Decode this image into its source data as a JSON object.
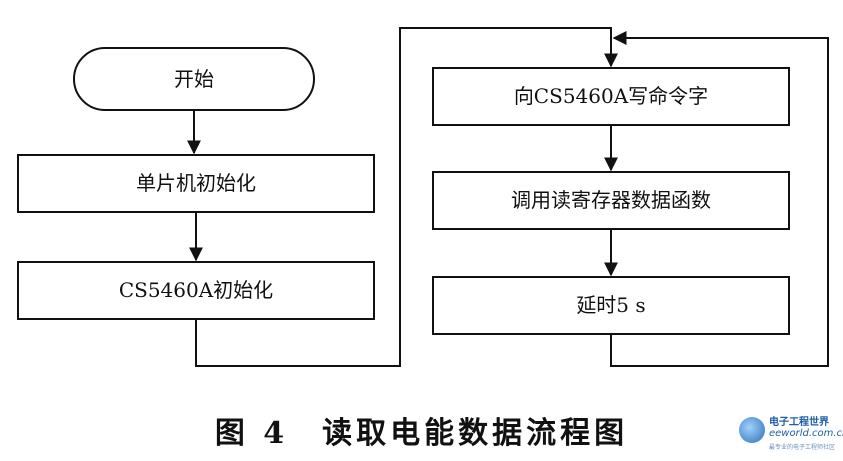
{
  "diagram": {
    "nodes": {
      "start": "开始",
      "mcu_init": "单片机初始化",
      "cs_init": "CS5460A初始化",
      "write_cmd": "向CS5460A写命令字",
      "call_read": "调用读寄存器数据函数",
      "delay": "延时5 s"
    }
  },
  "caption": {
    "figure_number": "图 4",
    "title": "读取电能数据流程图"
  },
  "watermark": {
    "title": "电子工程世界",
    "url": "eeworld.com.cn",
    "sub": "最专业的电子工程师社区"
  }
}
